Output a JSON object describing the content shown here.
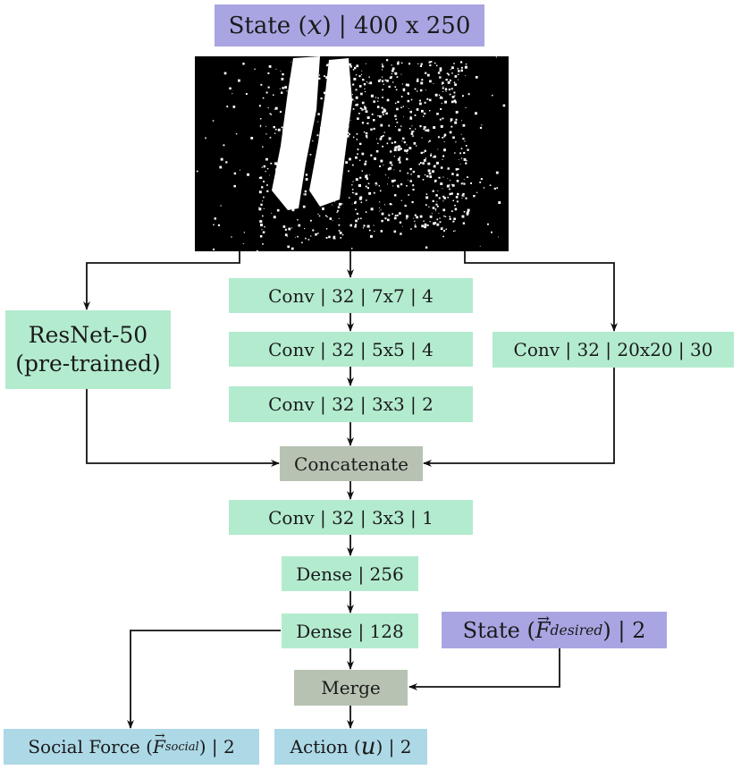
{
  "nodes": {
    "state_x": {
      "prefix": "State (",
      "var": "x",
      "suffix": ") | 400 x 250"
    },
    "conv1": "Conv | 32 | 7x7 | 4",
    "conv2": "Conv | 32 | 5x5 | 4",
    "conv3": "Conv | 32 | 3x3 | 2",
    "resnet_line1": "ResNet-50",
    "resnet_line2": "(pre-trained)",
    "conv_side": "Conv | 32 | 20x20 | 30",
    "concatenate": "Concatenate",
    "conv4": "Conv | 32 | 3x3 | 1",
    "dense256": "Dense | 256",
    "dense128": "Dense | 128",
    "state_f": {
      "prefix": "State (",
      "var": "F",
      "sub": "desired",
      "suffix": ") | 2"
    },
    "merge": "Merge",
    "social": {
      "prefix": "Social Force (",
      "var": "F",
      "sub": "social",
      "suffix": ") | 2"
    },
    "action": {
      "prefix": "Action (",
      "var": "u",
      "suffix": ") | 2"
    }
  },
  "colors": {
    "input": "#a9a5e2",
    "layer": "#b3ebcf",
    "op": "#b7c2b3",
    "output": "#add8e6"
  }
}
